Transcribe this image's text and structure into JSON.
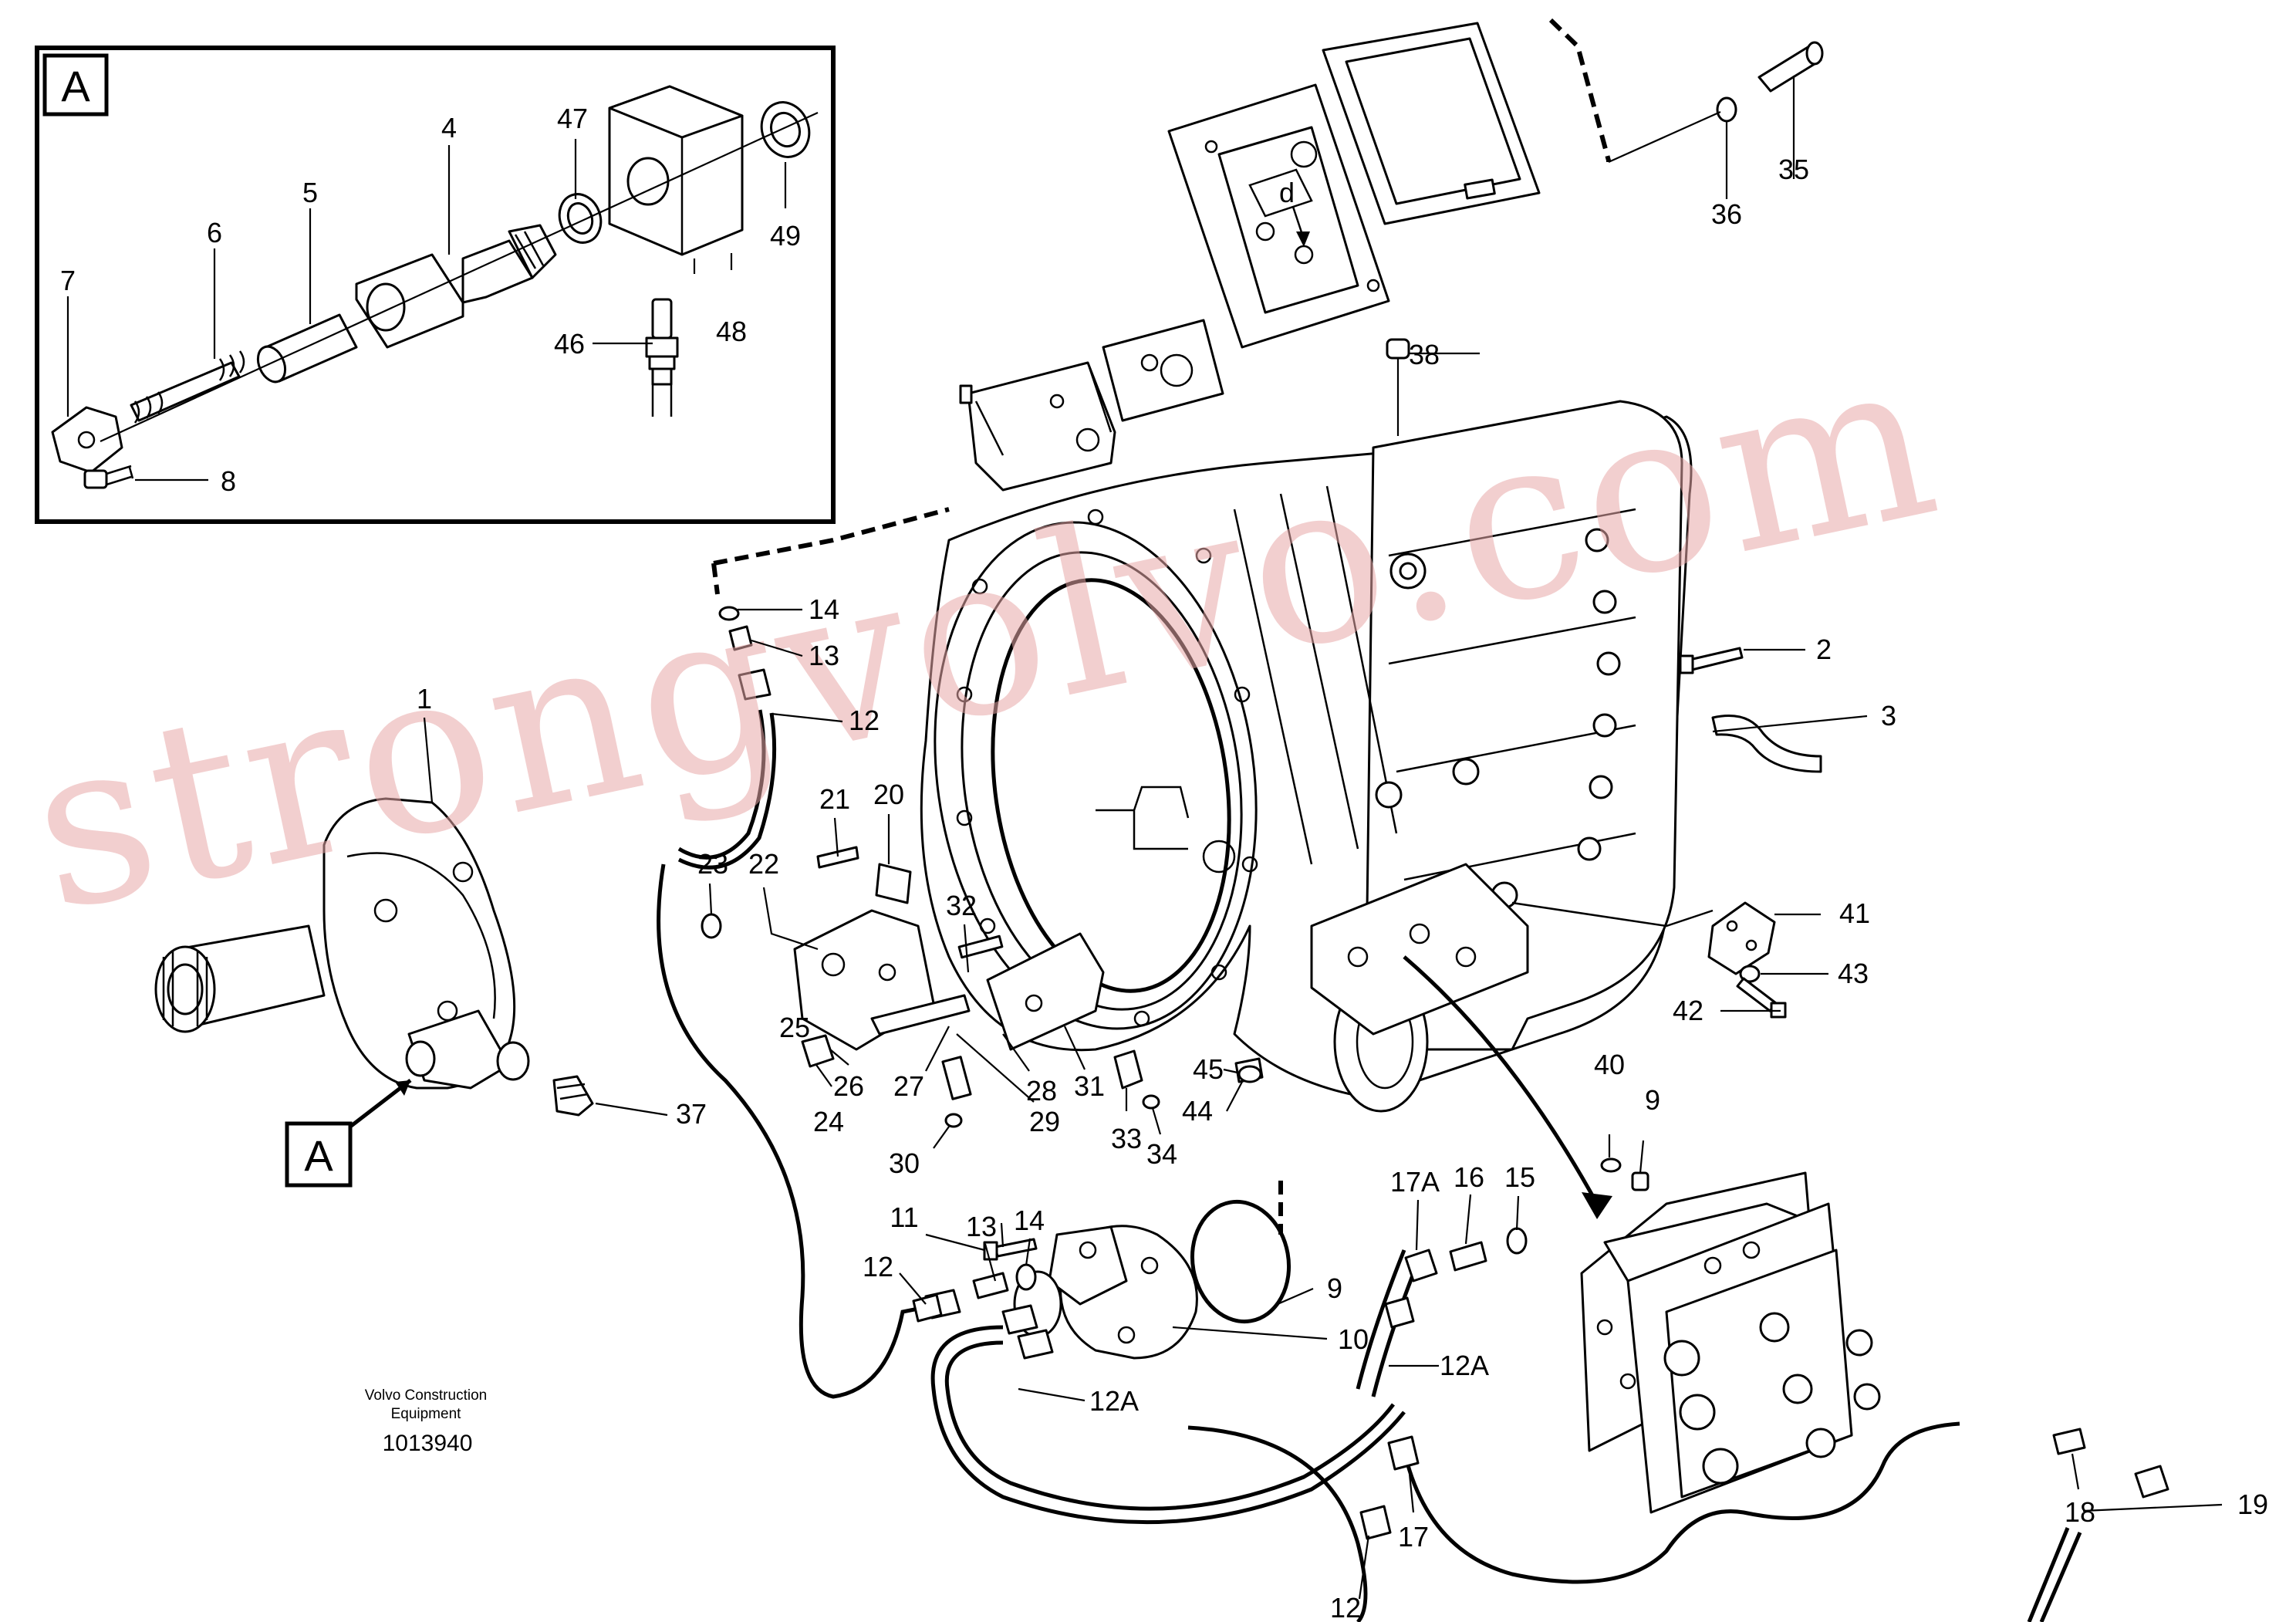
{
  "inset_label": "A",
  "housing_ref_label": "A",
  "view_marker": "d",
  "publisher": {
    "line1": "Volvo Construction",
    "line2": "Equipment"
  },
  "drawing_number": "1013940",
  "watermark": "strongvolvo.com",
  "callouts": {
    "n1": "1",
    "n2": "2",
    "n3": "3",
    "n4": "4",
    "n5": "5",
    "n6": "6",
    "n7": "7",
    "n8": "8",
    "n9a": "9",
    "n9b": "9",
    "n10": "10",
    "n11": "11",
    "n12a": "12",
    "n12b": "12",
    "n12c": "12",
    "n12A_a": "12A",
    "n12A_b": "12A",
    "n13a": "13",
    "n13b": "13",
    "n14a": "14",
    "n14b": "14",
    "n15": "15",
    "n16": "16",
    "n17": "17",
    "n17A": "17A",
    "n18": "18",
    "n19": "19",
    "n20": "20",
    "n21": "21",
    "n22": "22",
    "n23": "23",
    "n24": "24",
    "n25": "25",
    "n26": "26",
    "n27": "27",
    "n28": "28",
    "n29": "29",
    "n30": "30",
    "n31": "31",
    "n32": "32",
    "n33": "33",
    "n34": "34",
    "n35": "35",
    "n36": "36",
    "n37": "37",
    "n38": "38",
    "n40": "40",
    "n41": "41",
    "n42": "42",
    "n43": "43",
    "n44": "44",
    "n45": "45",
    "n46": "46",
    "n47": "47",
    "n48": "48",
    "n49": "49"
  }
}
